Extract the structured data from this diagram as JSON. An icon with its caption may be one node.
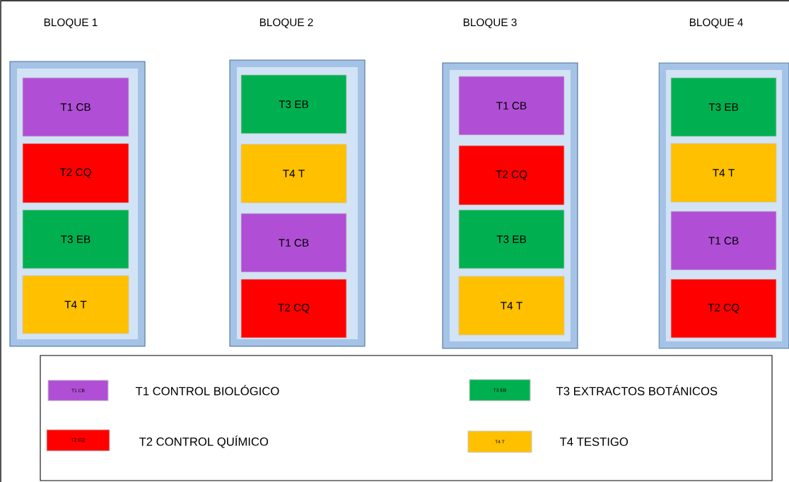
{
  "diagram": {
    "nodes": [
      {
        "text": [
          "BLOQUE 1"
        ]
      },
      {
        "text": [
          "T1 CB"
        ],
        "in": 0
      },
      {
        "text": [
          "T2 CQ"
        ],
        "in": 0
      },
      {
        "text": [
          "T3 EB"
        ],
        "in": 0
      },
      {
        "text": [
          "T4 T"
        ],
        "in": 0
      },
      {
        "text": [
          "BLOQUE 2"
        ]
      },
      {
        "text": [
          "T3 EB"
        ],
        "in": 5
      },
      {
        "text": [
          "T4 T"
        ],
        "in": 5
      },
      {
        "text": [
          "T1 CB"
        ],
        "in": 5
      },
      {
        "text": [
          "T2 CQ"
        ],
        "in": 5
      },
      {
        "text": [
          "BLOQUE 3"
        ]
      },
      {
        "text": [
          "T1 CB"
        ],
        "in": 10
      },
      {
        "text": [
          "T2 CQ"
        ],
        "in": 10
      },
      {
        "text": [
          "T3 EB"
        ],
        "in": 10
      },
      {
        "text": [
          "T4 T"
        ],
        "in": 10
      },
      {
        "text": [
          "BLOQUE 4"
        ]
      },
      {
        "text": [
          "T3 EB"
        ],
        "in": 15
      },
      {
        "text": [
          "T4 T"
        ],
        "in": 15
      },
      {
        "text": [
          "T1 CB"
        ],
        "in": 15
      },
      {
        "text": [
          "T2 CQ"
        ],
        "in": 15
      }
    ],
    "edges": [],
    "labels": [
      "T1 CB",
      "T3 EB",
      "T2 CQ",
      "T4 T"
    ],
    "legend": [
      {
        "text": "T1 CONTROL BIOLÓGICO",
        "color": "#b04fd6"
      },
      {
        "text": "T3 EXTRACTOS BOTÁNICOS",
        "color": "#00b050"
      },
      {
        "text": "T2 CONTROL QUÍMICO",
        "color": "#ff0000"
      },
      {
        "text": "T4 TESTIGO",
        "color": "#ffc000"
      }
    ]
  }
}
